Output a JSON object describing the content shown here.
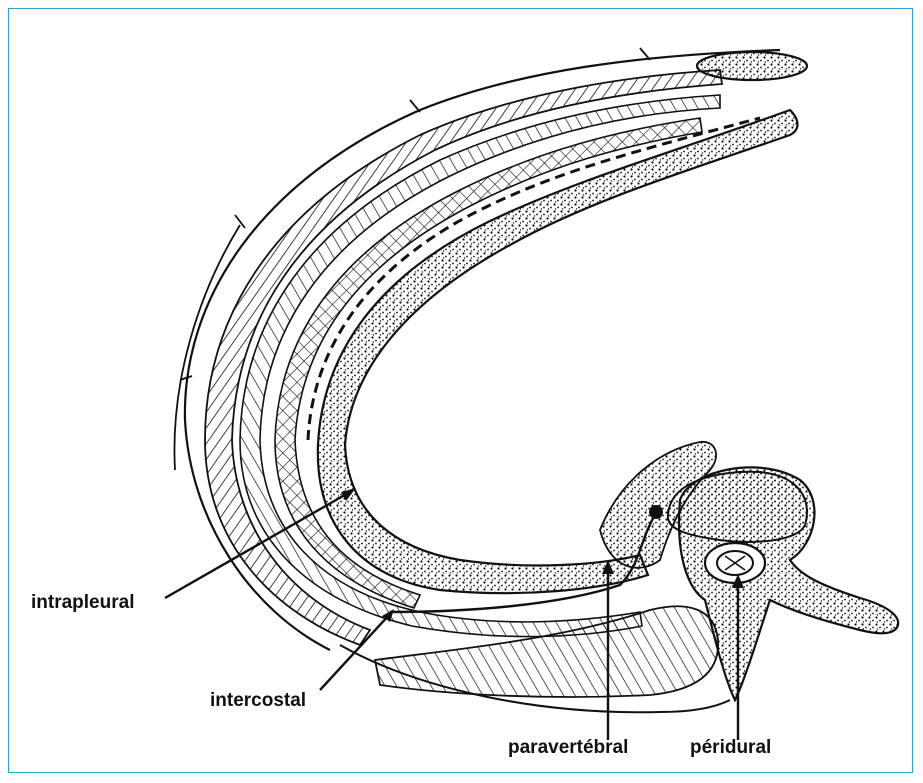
{
  "figure": {
    "frame_color": "#2aa6c4",
    "ink_color": "#111111",
    "labels": {
      "intrapleural": "intrapleural",
      "intercostal": "intercostal",
      "paravertebral": "paravertébral",
      "peridural": "péridural"
    }
  }
}
